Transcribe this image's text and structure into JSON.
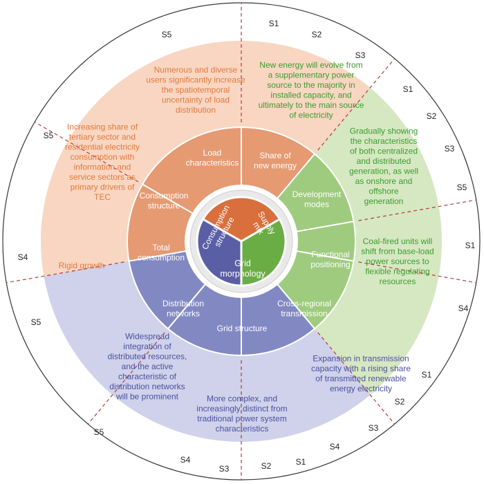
{
  "colors": {
    "orange_light": "#f9d6c2",
    "orange_mid": "#e59a72",
    "orange_dark": "#d96f3c",
    "orange_text": "#e07a3a",
    "green_light": "#d6e8c2",
    "green_mid": "#9fcb7e",
    "green_dark": "#6aad44",
    "green_text": "#3a9c2e",
    "blue_light": "#cfd2ea",
    "blue_mid": "#8289c2",
    "blue_dark": "#5a5fa5",
    "blue_text": "#4a4fa0",
    "dash": "#b03a3a",
    "outline": "#333333"
  },
  "core": {
    "consumption": "Consumption\nstructure",
    "supply": "Supply\nmix",
    "grid": "Grid\nmorphology"
  },
  "middle": [
    {
      "text": "Load\ncharacteristics"
    },
    {
      "text": "Share of\nnew energy"
    },
    {
      "text": "Development\nmodes"
    },
    {
      "text": "Functional\npositioning"
    },
    {
      "text": "Cross-regional\ntransmission"
    },
    {
      "text": "Grid structure"
    },
    {
      "text": "Distribution\nnetworks"
    },
    {
      "text": "Total\nconsumption"
    },
    {
      "text": "Consumption\nstructure"
    }
  ],
  "outer": [
    {
      "text": "Numerous and diverse\nusers significantly increase\nthe spatiotemporal\nuncertainty of load\ndistribution"
    },
    {
      "text": "New energy will evolve from\na supplementary power\nsource to the majority in\ninstalled capacity, and\nultimately to the main source\nof electricity"
    },
    {
      "text": "Gradually showing\nthe characteristics\nof both centralized\nand distributed\ngeneration, as well\nas onshore and\noffshore\ngeneration"
    },
    {
      "text": "Coal-fired units will\nshift from base-load\npower sources to\nflexible regulating\nresources"
    },
    {
      "text": "Expansion in transmission\ncapacity with a rising share\nof transmitted renewable\nenergy electricity"
    },
    {
      "text": "More complex, and\nincreasingly distinct from\ntraditional power system\ncharacteristics"
    },
    {
      "text": "Widespread\nintegration of\ndistributed resources,\nand the active\ncharacteristic of\ndistribution networks\nwill be prominent"
    },
    {
      "text": "Rigid growth"
    },
    {
      "text": "Increasing share of\ntertiary sector and\nresidential electricity\nconsumption with\ninformation and\nservice sectors as\nprimary drivers of\nTEC"
    }
  ],
  "scenario_labels": [
    "S5",
    "S1",
    "S2",
    "S3",
    "S1",
    "S2",
    "S3",
    "S5",
    "S1",
    "S4",
    "S1",
    "S2",
    "S3",
    "S4",
    "S1",
    "S2",
    "S3",
    "S4",
    "S5",
    "S5",
    "S4",
    "S5"
  ]
}
